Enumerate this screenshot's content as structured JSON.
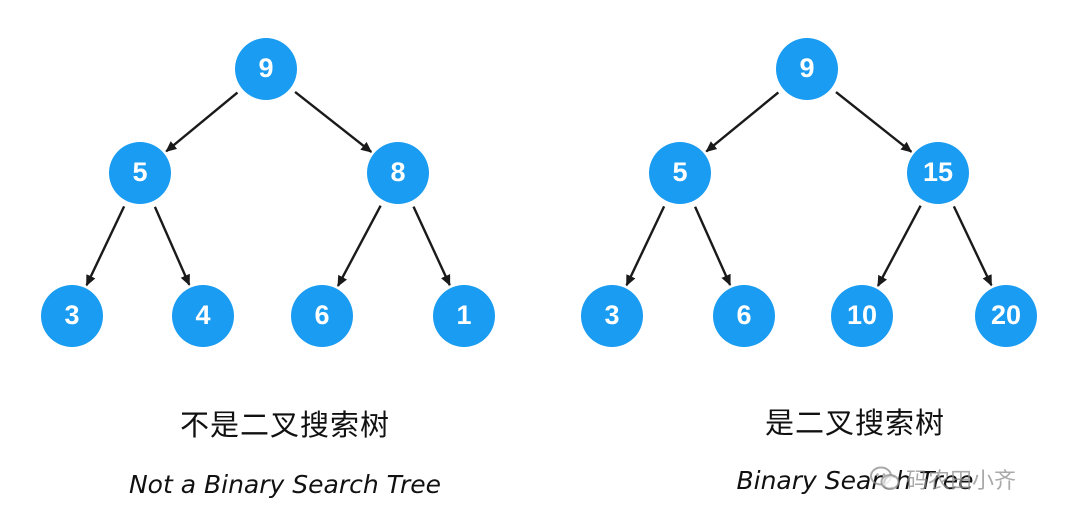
{
  "trees": [
    {
      "id": "left",
      "nodes": [
        "9",
        "5",
        "8",
        "3",
        "4",
        "6",
        "1"
      ],
      "caption_zh": "不是二叉搜索树",
      "caption_en": "Not a Binary Search Tree"
    },
    {
      "id": "right",
      "nodes": [
        "9",
        "5",
        "15",
        "3",
        "6",
        "10",
        "20"
      ],
      "caption_zh": "是二叉搜索树",
      "caption_en": "Binary Search Tree"
    }
  ],
  "edges": [
    [
      0,
      1
    ],
    [
      0,
      2
    ],
    [
      1,
      3
    ],
    [
      1,
      4
    ],
    [
      2,
      5
    ],
    [
      2,
      6
    ]
  ],
  "colors": {
    "node": "#1a9cf2",
    "edge": "#1a1a1a",
    "label": "#ffffff"
  },
  "watermark": {
    "icon": "wechat-icon",
    "text": "码农田小齐"
  }
}
